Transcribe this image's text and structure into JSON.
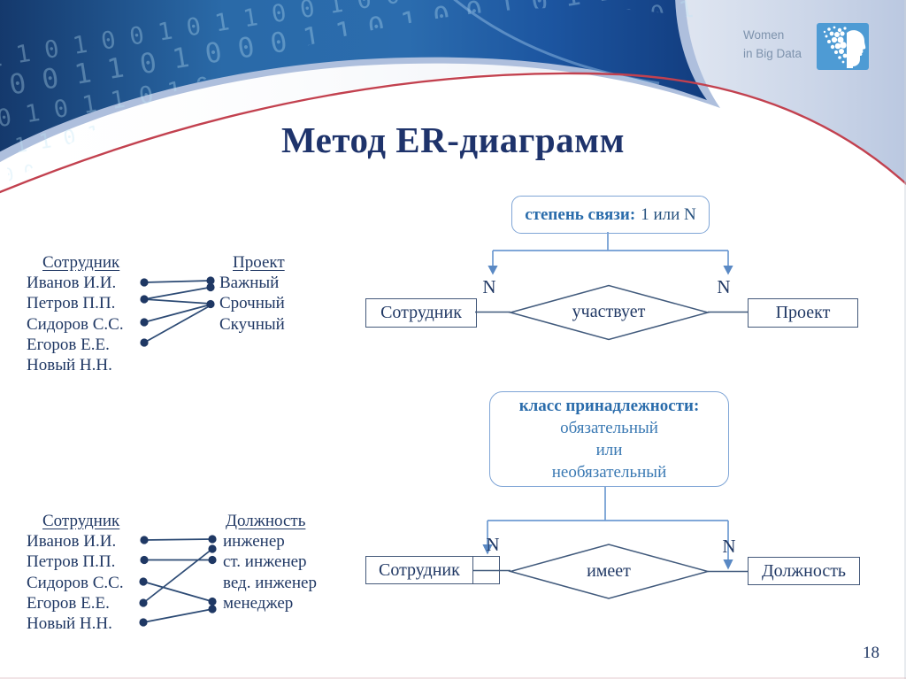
{
  "header": {
    "title": "Метод ER-диаграмм",
    "logo_line1": "Women",
    "logo_line2": "in Big Data",
    "binary_row1": "0 1 1 0 1 0 0 1 0 1 1 0 0 1 0 0 1 1 0 1 0 1 0 0 1 1 0 1 0 0 1 0 1 1 0 0 1",
    "binary_row2": "1 0 0 1 1 0 1 0 0 0 1 1 0 1 0 0 1 0 1 1 0 0 1 0 1 0 1 1 0 0 1 0 0 1 1 0 1",
    "binary_row3": "0 0 1 0 1 1 0 1 0 0 1 0 1 1 0 1 0 0 1 1 0 1 0 0 0 1 1 0 1 0 0 1 1 0 0 1 0"
  },
  "notes": {
    "degree_bold": "степень связи:",
    "degree_rest": "1 или N",
    "class_bold": "класс принадлежности:",
    "class_line2": "обязательный",
    "class_line3": "или",
    "class_line4": "необязательный"
  },
  "er1": {
    "left_entity": "Сотрудник",
    "relation": "участвует",
    "right_entity": "Проект",
    "left_cardinality": "N",
    "right_cardinality": "N"
  },
  "er2": {
    "left_entity": "Сотрудник",
    "relation": "имеет",
    "right_entity": "Должность",
    "left_cardinality": "N",
    "right_cardinality": "N"
  },
  "mapping1": {
    "left_header": "Сотрудник",
    "right_header": "Проект",
    "left_items": [
      "Иванов И.И.",
      "Петров П.П.",
      "Сидоров С.С.",
      "Егоров Е.Е.",
      "Новый Н.Н."
    ],
    "right_items": [
      "Важный",
      "Срочный",
      "Скучный"
    ],
    "links": [
      [
        "Иванов И.И.",
        "Важный"
      ],
      [
        "Петров П.П.",
        "Важный"
      ],
      [
        "Петров П.П.",
        "Срочный"
      ],
      [
        "Сидоров С.С.",
        "Срочный"
      ],
      [
        "Егоров Е.Е.",
        "Срочный"
      ]
    ]
  },
  "mapping2": {
    "left_header": "Сотрудник",
    "right_header": "Должность",
    "left_items": [
      "Иванов И.И.",
      "Петров П.П.",
      "Сидоров С.С.",
      "Егоров Е.Е.",
      "Новый Н.Н."
    ],
    "right_items": [
      "инженер",
      "ст. инженер",
      "вед. инженер",
      "менеджер"
    ],
    "links": [
      [
        "Иванов И.И.",
        "инженер"
      ],
      [
        "Петров П.П.",
        "ст. инженер"
      ],
      [
        "Сидоров С.С.",
        "менеджер"
      ],
      [
        "Егоров Е.Е.",
        "инженер"
      ],
      [
        "Новый Н.Н.",
        "менеджер"
      ]
    ]
  },
  "footer": {
    "page_number": "18"
  },
  "colors": {
    "navy_text": "#203864",
    "title_navy": "#1e336b",
    "bold_blue": "#2a6cab",
    "accent_line_blue": "#6f9bd2",
    "diagram_line": "#2c4a74",
    "red_curve": "#c2414f",
    "header_band": "#aebfdd",
    "logo_blue": "#4e9bd4"
  }
}
